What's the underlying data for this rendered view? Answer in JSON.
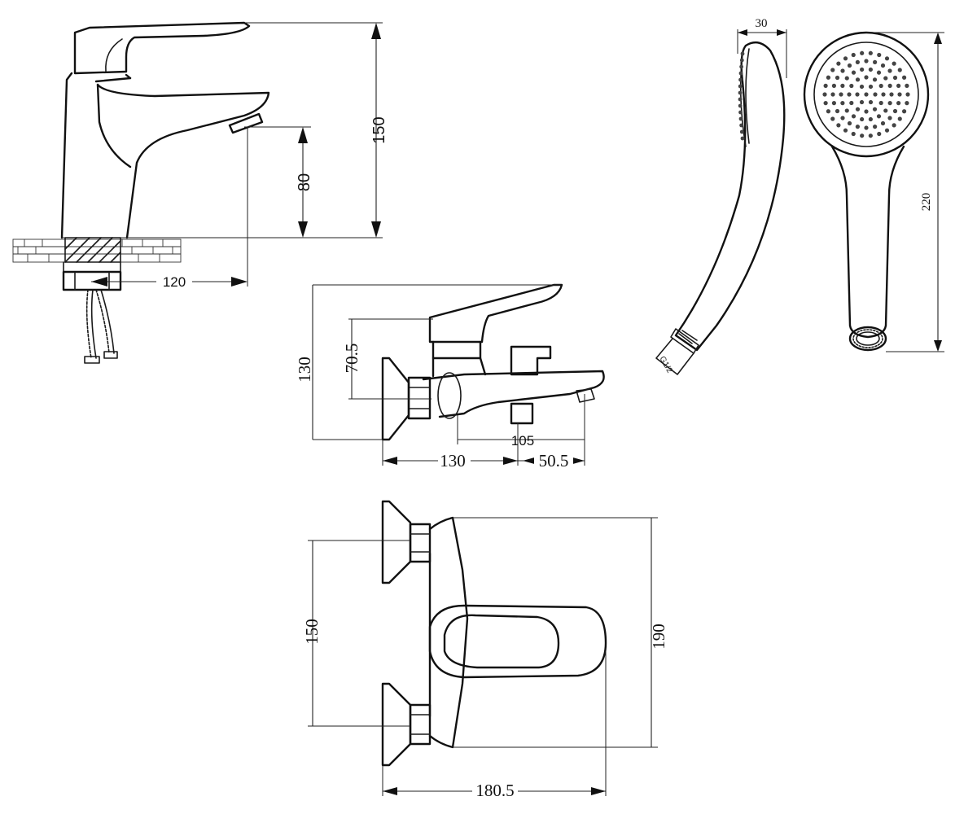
{
  "basin_mixer": {
    "dim_height": "150",
    "dim_spout_height": "80",
    "dim_reach": "120"
  },
  "bath_mixer_side": {
    "dim_height": "130",
    "dim_outlet": "70.5",
    "dim_spout": "105",
    "dim_body": "130",
    "dim_offset": "50.5"
  },
  "hand_shower": {
    "dim_thickness": "30",
    "dim_length": "220",
    "thread_label": "G1/2"
  },
  "bath_mixer_top": {
    "dim_centers": "150",
    "dim_width": "190",
    "dim_depth": "180.5"
  }
}
